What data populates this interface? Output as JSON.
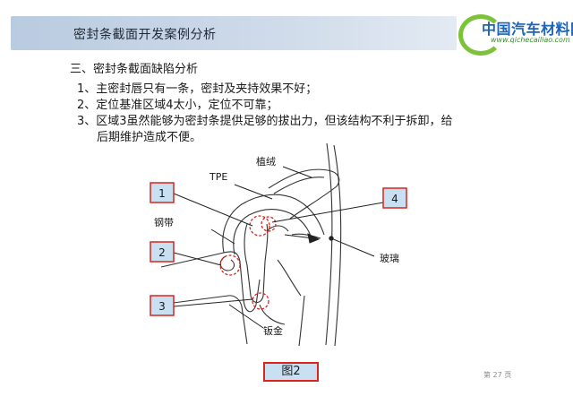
{
  "header": {
    "title": "密封条截面开发案例分析"
  },
  "logo": {
    "name": "中国汽车材料网",
    "url_text": "www.qichecailiao.com"
  },
  "section": {
    "title": "三、密封条截面缺陷分析"
  },
  "points": [
    "1、主密封唇只有一条，密封及夹持效果不好；",
    "2、定位基准区域4太小，定位不可靠；",
    "3、区域3虽然能够为密封条提供足够的拔出力，但该结构不利于拆卸，给",
    "后期维护造成不便。"
  ],
  "figure": {
    "labels": {
      "flocking": "植绒",
      "tpe": "TPE",
      "steel_band": "钢带",
      "glass": "玻璃",
      "sheet_metal": "钣金"
    },
    "markers": [
      "1",
      "2",
      "3",
      "4"
    ],
    "caption": "图2"
  },
  "footer": {
    "page": "第 27 页"
  },
  "colors": {
    "header_band": "#c3d3e6",
    "marker_fill": "#c9e0f3",
    "marker_border": "#d9251d",
    "highlight_circle": "#d9251d",
    "logo_blue": "#1d63b6",
    "logo_green": "#7cc33a"
  }
}
